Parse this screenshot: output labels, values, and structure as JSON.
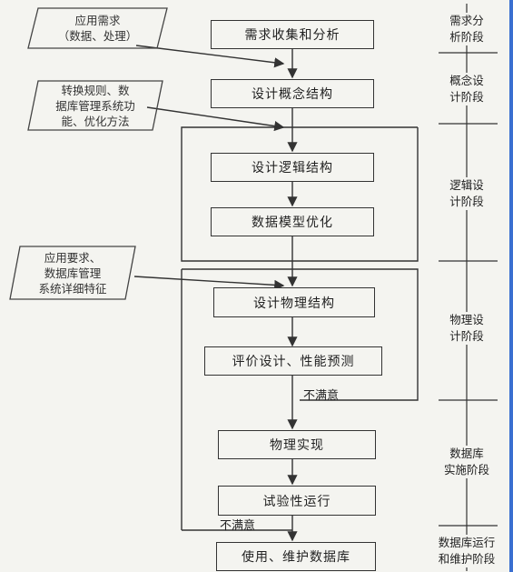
{
  "inputs": {
    "requirements": "应用需求\n（数据、处理）",
    "conversion_rules": "转换规则、数\n据库管理系统功\n能、优化方法",
    "db_requirements": "应用要求、\n数据库管理\n系统详细特征"
  },
  "steps": {
    "collect": "需求收集和分析",
    "conceptual": "设计概念结构",
    "logical": "设计逻辑结构",
    "model_opt": "数据模型优化",
    "physical": "设计物理结构",
    "evaluate": "评价设计、性能预测",
    "implement": "物理实现",
    "trial": "试验性运行",
    "maintain": "使用、维护数据库"
  },
  "feedback": {
    "unsatisfied_1": "不满意",
    "unsatisfied_2": "不满意"
  },
  "phases": {
    "requirement_analysis": "需求分\n析阶段",
    "conceptual_design": "概念设\n计阶段",
    "logical_design": "逻辑设\n计阶段",
    "physical_design": "物理设\n计阶段",
    "implementation": "数据库\n实施阶段",
    "operation": "数据库运行\n和维护阶段"
  },
  "colors": {
    "accent_edge": "#3a6fd0"
  }
}
